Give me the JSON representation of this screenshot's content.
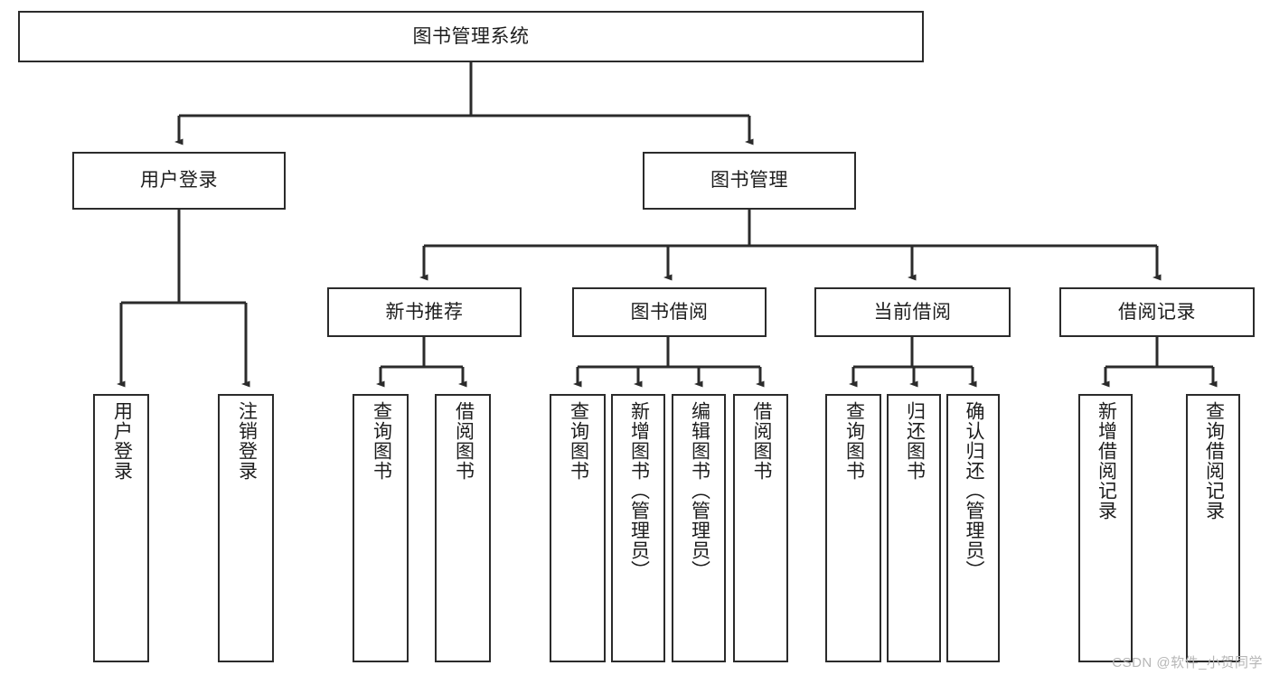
{
  "diagram": {
    "title": "图书管理系统",
    "type": "tree-hierarchy-chart",
    "root": {
      "label": "图书管理系统"
    },
    "level2": [
      {
        "label": "用户登录"
      },
      {
        "label": "图书管理"
      }
    ],
    "level3": [
      {
        "label": "新书推荐"
      },
      {
        "label": "图书借阅"
      },
      {
        "label": "当前借阅"
      },
      {
        "label": "借阅记录"
      }
    ],
    "leaves": [
      {
        "label": "用户登录",
        "parent": "用户登录"
      },
      {
        "label": "注销登录",
        "parent": "用户登录"
      },
      {
        "label": "查询图书",
        "parent": "新书推荐"
      },
      {
        "label": "借阅图书",
        "parent": "新书推荐"
      },
      {
        "label": "查询图书",
        "parent": "图书借阅"
      },
      {
        "label": "新增图书（管理员）",
        "parent": "图书借阅"
      },
      {
        "label": "编辑图书（管理员）",
        "parent": "图书借阅"
      },
      {
        "label": "借阅图书",
        "parent": "图书借阅"
      },
      {
        "label": "查询图书",
        "parent": "当前借阅"
      },
      {
        "label": "归还图书",
        "parent": "当前借阅"
      },
      {
        "label": "确认归还（管理员）",
        "parent": "当前借阅"
      },
      {
        "label": "新增借阅记录",
        "parent": "借阅记录"
      },
      {
        "label": "查询借阅记录",
        "parent": "借阅记录"
      }
    ],
    "watermark": "CSDN @软件_小贺同学",
    "colors": {
      "border": "#2b2b2b",
      "text": "#1d1d1d",
      "connector": "#2b2b2b",
      "background": "#ffffff",
      "watermark": "#b6b6b6"
    }
  }
}
